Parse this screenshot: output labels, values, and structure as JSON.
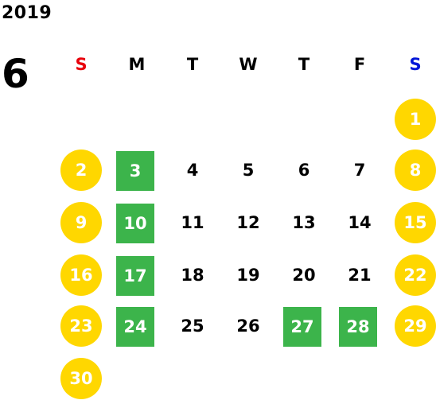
{
  "calendar": {
    "year": "2019",
    "month": "6",
    "weekdays": [
      "S",
      "M",
      "T",
      "W",
      "T",
      "F",
      "S"
    ],
    "colors": {
      "sunday_label": "#e8000b",
      "saturday_label": "#0016d8",
      "weekend_circle": "#ffd700",
      "holiday_box": "#3cb44b",
      "text": "#000000"
    },
    "days": [
      {
        "label": "1",
        "style": "weekend"
      },
      {
        "label": "2",
        "style": "weekend"
      },
      {
        "label": "3",
        "style": "holiday"
      },
      {
        "label": "4",
        "style": "normal"
      },
      {
        "label": "5",
        "style": "normal"
      },
      {
        "label": "6",
        "style": "normal"
      },
      {
        "label": "7",
        "style": "normal"
      },
      {
        "label": "8",
        "style": "weekend"
      },
      {
        "label": "9",
        "style": "weekend"
      },
      {
        "label": "10",
        "style": "holiday"
      },
      {
        "label": "11",
        "style": "normal"
      },
      {
        "label": "12",
        "style": "normal"
      },
      {
        "label": "13",
        "style": "normal"
      },
      {
        "label": "14",
        "style": "normal"
      },
      {
        "label": "15",
        "style": "weekend"
      },
      {
        "label": "16",
        "style": "weekend"
      },
      {
        "label": "17",
        "style": "holiday"
      },
      {
        "label": "18",
        "style": "normal"
      },
      {
        "label": "19",
        "style": "normal"
      },
      {
        "label": "20",
        "style": "normal"
      },
      {
        "label": "21",
        "style": "normal"
      },
      {
        "label": "22",
        "style": "weekend"
      },
      {
        "label": "23",
        "style": "weekend"
      },
      {
        "label": "24",
        "style": "holiday"
      },
      {
        "label": "25",
        "style": "normal"
      },
      {
        "label": "26",
        "style": "normal"
      },
      {
        "label": "27",
        "style": "holiday"
      },
      {
        "label": "28",
        "style": "holiday"
      },
      {
        "label": "29",
        "style": "weekend"
      },
      {
        "label": "30",
        "style": "weekend"
      }
    ]
  }
}
